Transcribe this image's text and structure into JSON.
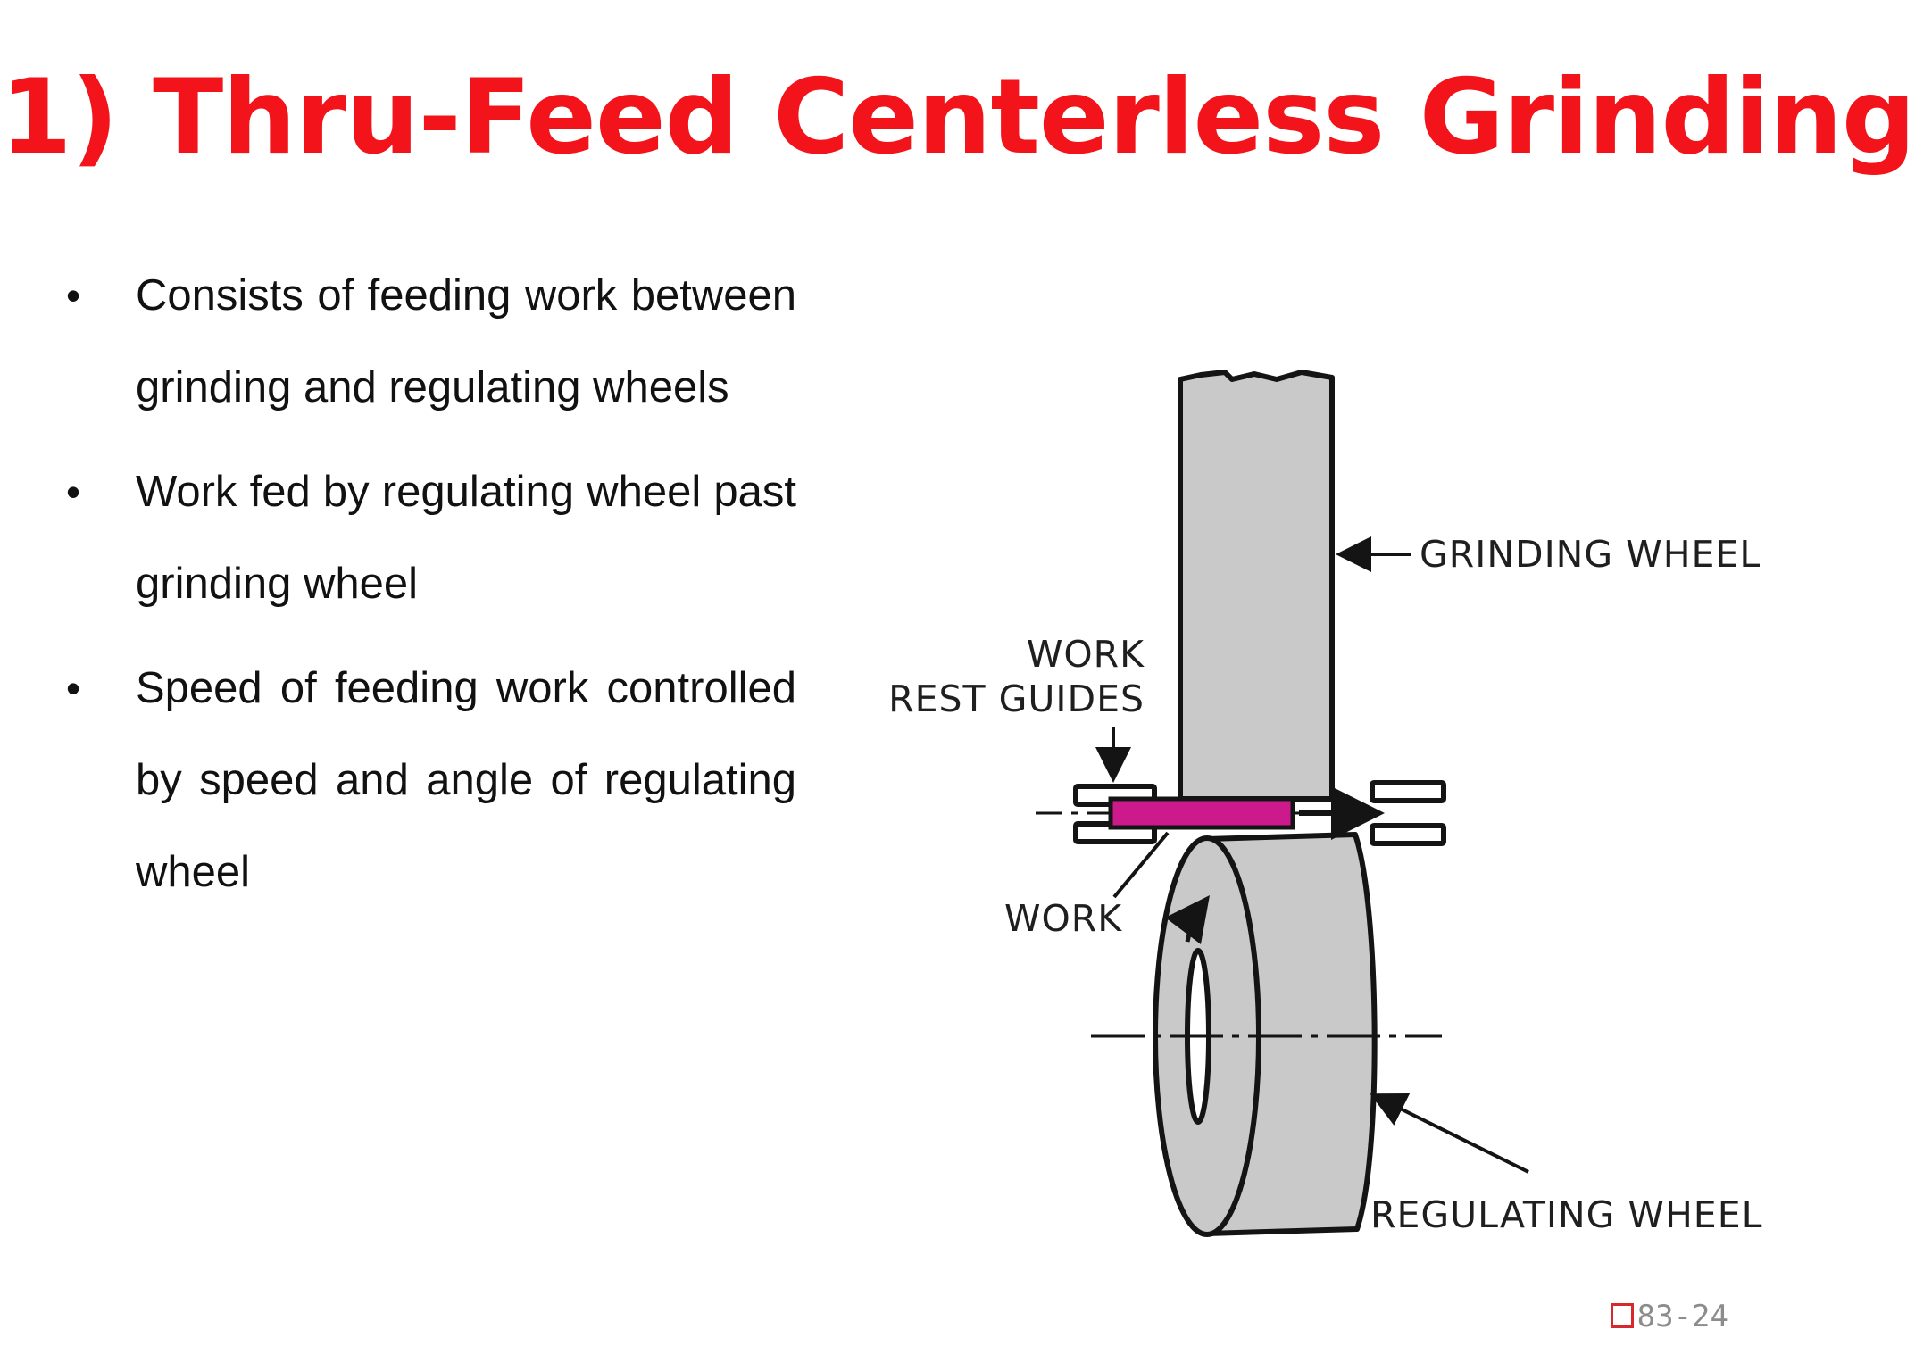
{
  "slide": {
    "title": "1) Thru-Feed Centerless Grinding",
    "bullets": [
      {
        "text": "Consists of feeding work between grinding and regulating wheels"
      },
      {
        "text": "Work fed by regulating wheel past grinding wheel"
      },
      {
        "text": "Speed of feeding work controlled by speed and angle of regulating wheel"
      }
    ],
    "footer": {
      "slide_number": "83-24"
    }
  },
  "diagram": {
    "labels": {
      "grinding_wheel": "GRINDING WHEEL",
      "work_rest_guides_line1": "WORK",
      "work_rest_guides_line2": "REST GUIDES",
      "work": "WORK",
      "regulating_wheel": "REGULATING WHEEL"
    },
    "colors": {
      "wheel_fill": "#c9c9c9",
      "outline": "#141414",
      "work_piece": "#cc1a8c"
    }
  }
}
